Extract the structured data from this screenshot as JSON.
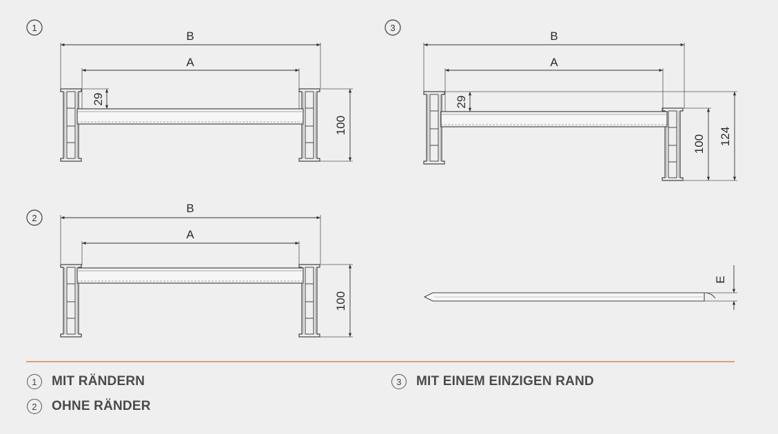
{
  "views": [
    {
      "number": "1",
      "dim_b": "B",
      "dim_a": "A",
      "dim_small": "29",
      "dim_height": "100"
    },
    {
      "number": "2",
      "dim_b": "B",
      "dim_a": "A",
      "dim_height": "100"
    },
    {
      "number": "3",
      "dim_b": "B",
      "dim_a": "A",
      "dim_small": "29",
      "dim_height": "100",
      "dim_total": "124"
    },
    {
      "dim_e": "E"
    }
  ],
  "legend": [
    {
      "number": "1",
      "label": "MIT RÄNDERN"
    },
    {
      "number": "2",
      "label": "OHNE RÄNDER"
    },
    {
      "number": "3",
      "label": "MIT EINEM EINZIGEN RAND"
    }
  ],
  "colors": {
    "divider": "#c98a4c",
    "line": "#444444",
    "text": "#4a4a4a",
    "background": "#efefef"
  }
}
